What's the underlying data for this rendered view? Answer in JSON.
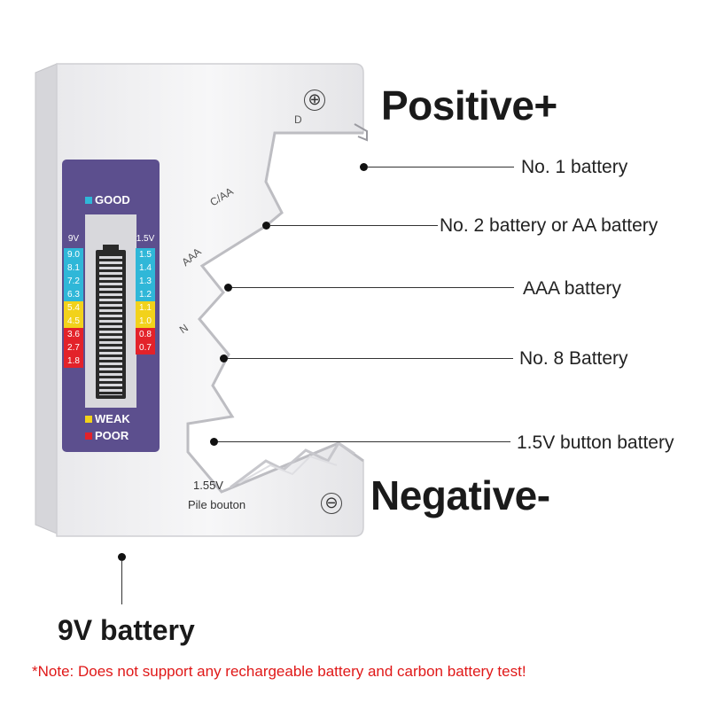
{
  "labels": {
    "positive": "Positive+",
    "negative": "Negative-",
    "nine_volt": "9V battery",
    "note": "*Note: Does not support any rechargeable battery and carbon battery test!"
  },
  "callouts": [
    "No. 1 battery",
    "No. 2 battery or AA battery",
    "AAA battery",
    "No. 8 Battery",
    "1.5V button battery"
  ],
  "device": {
    "slot_labels": [
      "D",
      "C/AA",
      "AAA",
      "N"
    ],
    "button_label_line1": "1.55V",
    "button_label_line2": "Pile bouton",
    "positive_symbol": "⊕",
    "negative_symbol": "⊖",
    "legend_good": "GOOD",
    "legend_weak": "WEAK",
    "legend_poor": "POOR",
    "scale_9v_header": "9V",
    "scale_15v_header": "1.5V",
    "scale_9v": [
      "9.0",
      "8.1",
      "7.2",
      "6.3",
      "5.4",
      "4.5",
      "3.6",
      "2.7",
      "1.8"
    ],
    "scale_15v": [
      "1.5",
      "1.4",
      "1.3",
      "1.2",
      "1.1",
      "1.0",
      "0.8",
      "0.7"
    ]
  },
  "colors": {
    "good": "#2fb7d8",
    "weak": "#f2d21b",
    "poor": "#e3222a",
    "panel": "#5c4f8e",
    "note": "#e01818"
  }
}
